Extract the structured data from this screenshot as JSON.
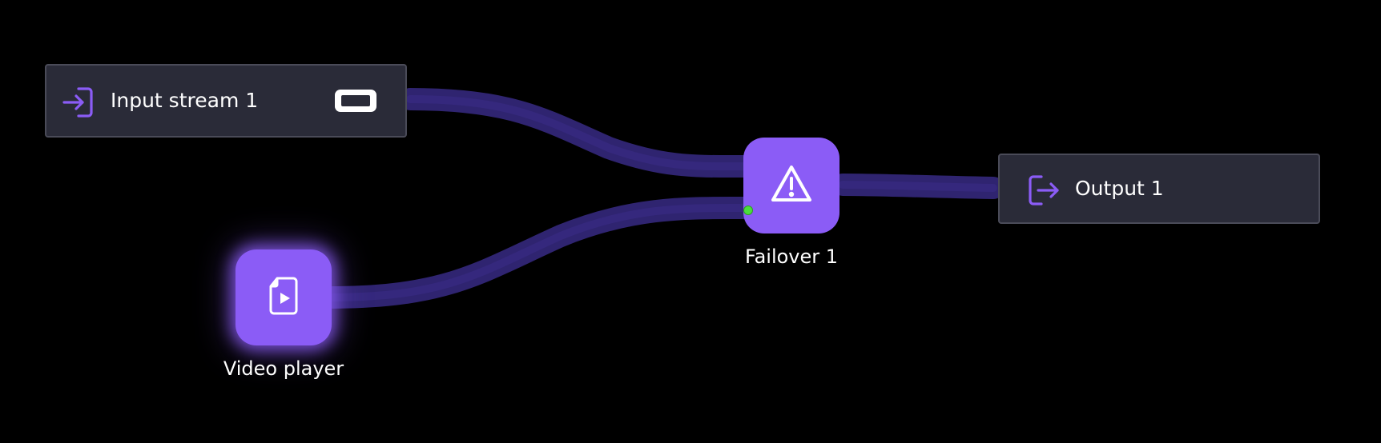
{
  "nodes": {
    "input_stream": {
      "label": "Input stream 1",
      "icon": "login-icon",
      "toggle_state": "off"
    },
    "video_player": {
      "label": "Video player",
      "icon": "file-play-icon"
    },
    "failover": {
      "label": "Failover 1",
      "icon": "warning-triangle-icon"
    },
    "output": {
      "label": "Output 1",
      "icon": "logout-icon"
    }
  },
  "edges": [
    {
      "from": "Input stream 1",
      "to": "Failover 1"
    },
    {
      "from": "Video player",
      "to": "Failover 1"
    },
    {
      "from": "Failover 1",
      "to": "Output 1"
    }
  ],
  "colors": {
    "background": "#000000",
    "node_fill": "#2a2b38",
    "accent": "#8b5cf6",
    "edge": "#2f2470",
    "active_port": "#4ade3c"
  }
}
